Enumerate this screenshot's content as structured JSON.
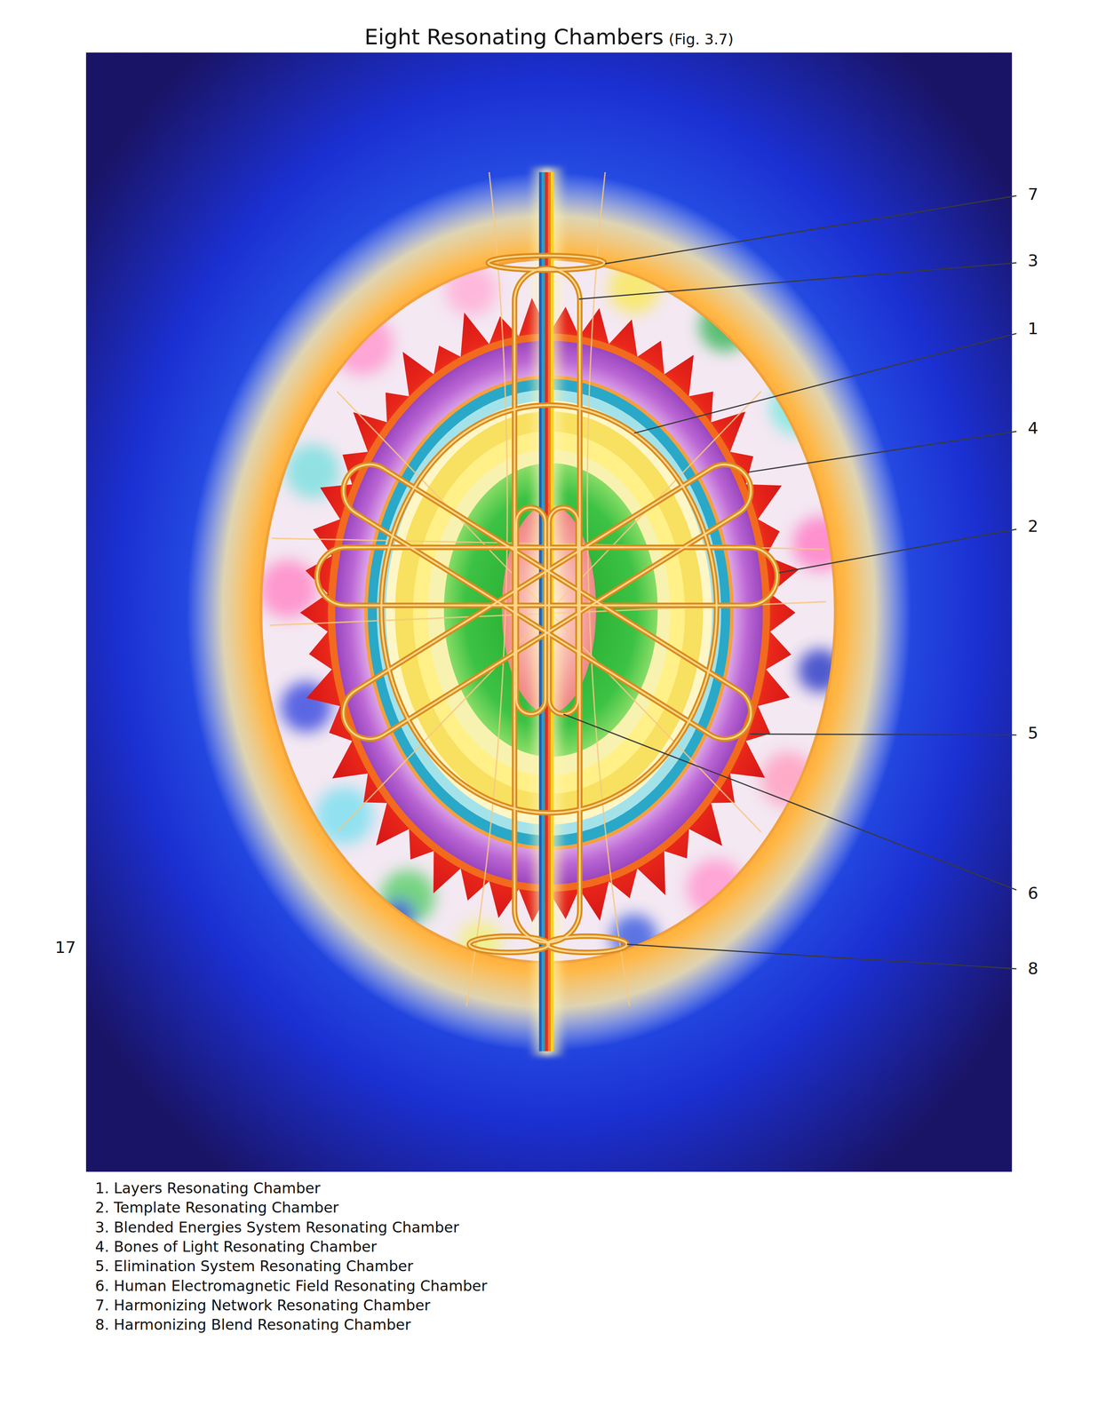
{
  "diagram": {
    "title": "Eight Resonating Chambers",
    "labels": [
      "(Fig. 3.7)",
      "7",
      "3",
      "1",
      "4",
      "2",
      "5",
      "6",
      "8",
      "17",
      "1. Layers Resonating Chamber",
      "2. Template Resonating Chamber",
      "3. Blended Energies System Resonating Chamber",
      "4. Bones of Light Resonating Chamber",
      "5. Elimination System Resonating Chamber",
      "6. Human Electromagnetic Field Resonating Chamber",
      "7. Harmonizing Network Resonating Chamber",
      "8. Harmonizing Blend Resonating Chamber"
    ]
  }
}
